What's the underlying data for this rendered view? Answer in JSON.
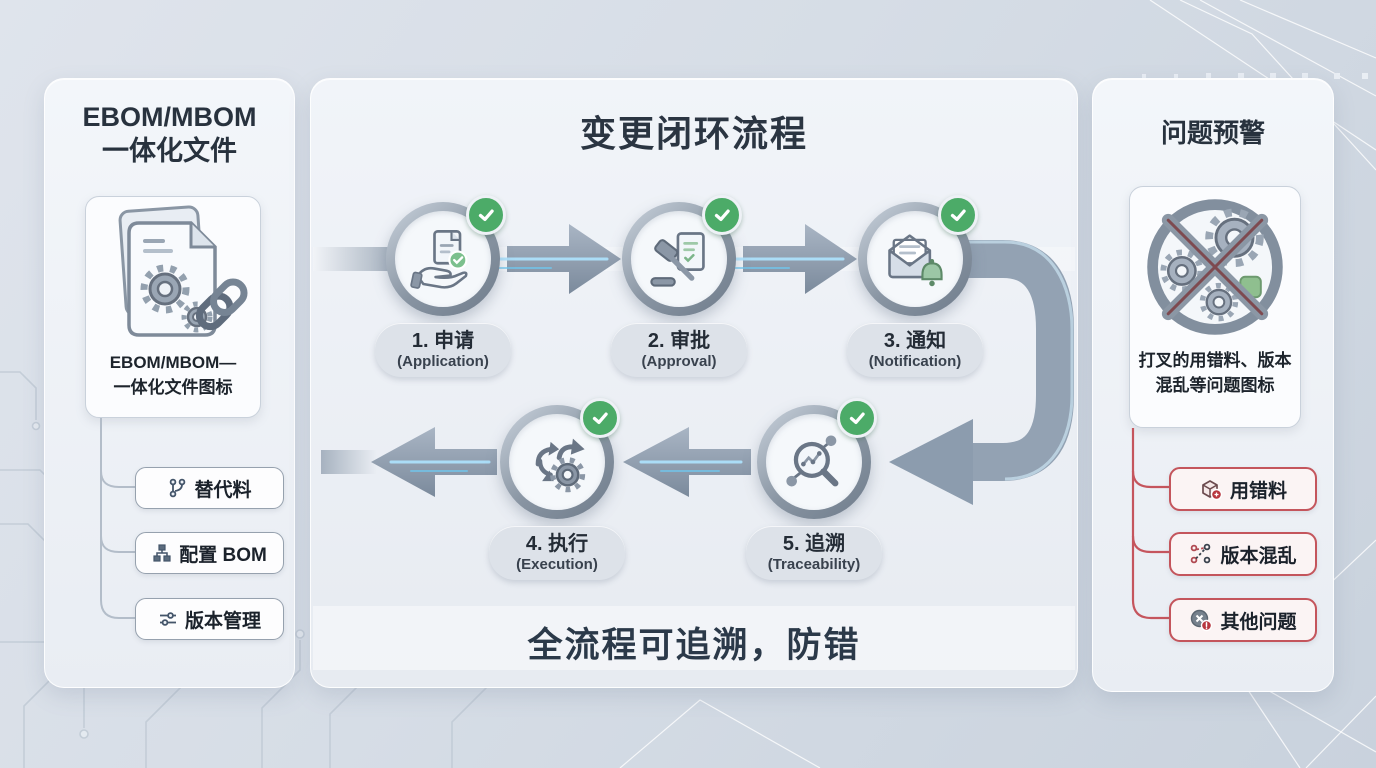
{
  "left_panel": {
    "title_line1": "EBOM/MBOM",
    "title_line2": "一体化文件",
    "icon_card": {
      "caption_line1": "EBOM/MBOM—",
      "caption_line2": "一体化文件图标"
    },
    "items": [
      {
        "label": "替代料"
      },
      {
        "label": "配置 BOM"
      },
      {
        "label": "版本管理"
      }
    ]
  },
  "center_panel": {
    "title": "变更闭环流程",
    "steps": [
      {
        "zh": "1. 申请",
        "en": "(Application)"
      },
      {
        "zh": "2. 审批",
        "en": "(Approval)"
      },
      {
        "zh": "3. 通知",
        "en": "(Notification)"
      },
      {
        "zh": "4. 执行",
        "en": "(Execution)"
      },
      {
        "zh": "5. 追溯",
        "en": "(Traceability)"
      }
    ],
    "footer": "全流程可追溯，防错"
  },
  "right_panel": {
    "title": "问题预警",
    "icon_card": {
      "caption_line1": "打叉的用错料、版本",
      "caption_line2": "混乱等问题图标"
    },
    "items": [
      {
        "label": "用错料"
      },
      {
        "label": "版本混乱"
      },
      {
        "label": "其他问题"
      }
    ]
  },
  "colors": {
    "background": "#d7dee7",
    "panel": "#eff2f7",
    "title_text": "#2b3542",
    "accent_green": "#4cab68",
    "arrow_gray": "#8c9aab",
    "alert_red": "#c4555c",
    "glow_cyan": "#9fe0ff"
  }
}
